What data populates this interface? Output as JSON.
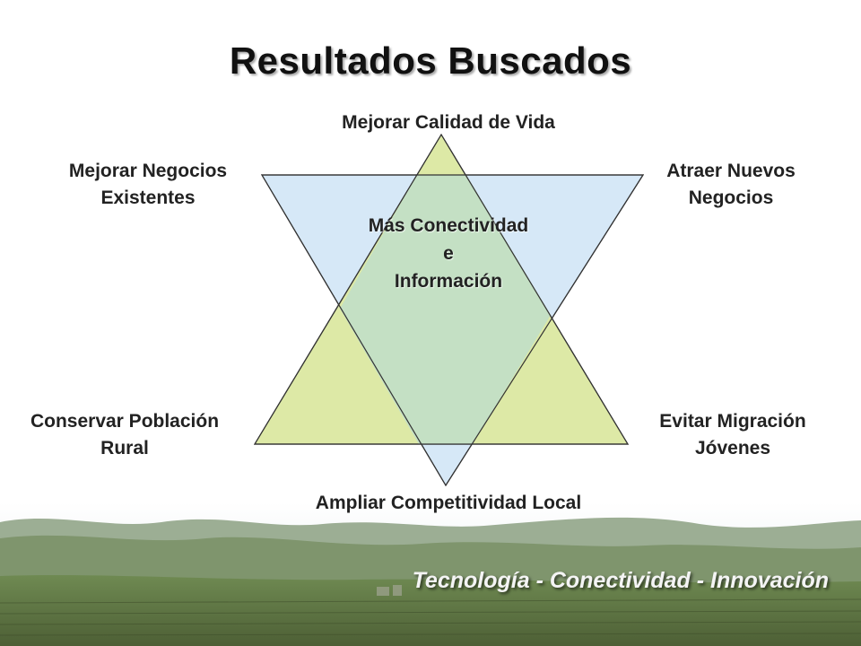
{
  "title": "Resultados Buscados",
  "center": {
    "line1": "Más Conectividad",
    "line2": "e",
    "line3": "Información"
  },
  "outcomes": {
    "top": "Mejorar Calidad de Vida",
    "top_left": [
      "Mejorar Negocios",
      "Existentes"
    ],
    "top_right": [
      "Atraer Nuevos",
      "Negocios"
    ],
    "bottom_left": [
      "Conservar Población",
      "Rural"
    ],
    "bottom_right": [
      "Evitar Migración",
      "Jóvenes"
    ],
    "bottom": "Ampliar Competitividad Local"
  },
  "footer": {
    "slogan": "Tecnología - Conectividad - Innovación"
  },
  "colors": {
    "upward_triangle": "#dde9a6",
    "downward_triangle": "#d6e8f7",
    "overlap": "#c4e0c4"
  }
}
